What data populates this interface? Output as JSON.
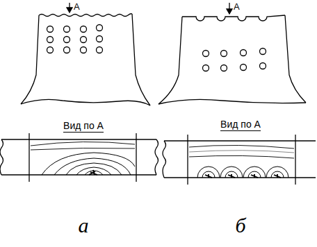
{
  "diagram": {
    "labels": [
      "A",
      "A",
      "Вид по А",
      "Вид по А",
      "а",
      "б"
    ]
  }
}
